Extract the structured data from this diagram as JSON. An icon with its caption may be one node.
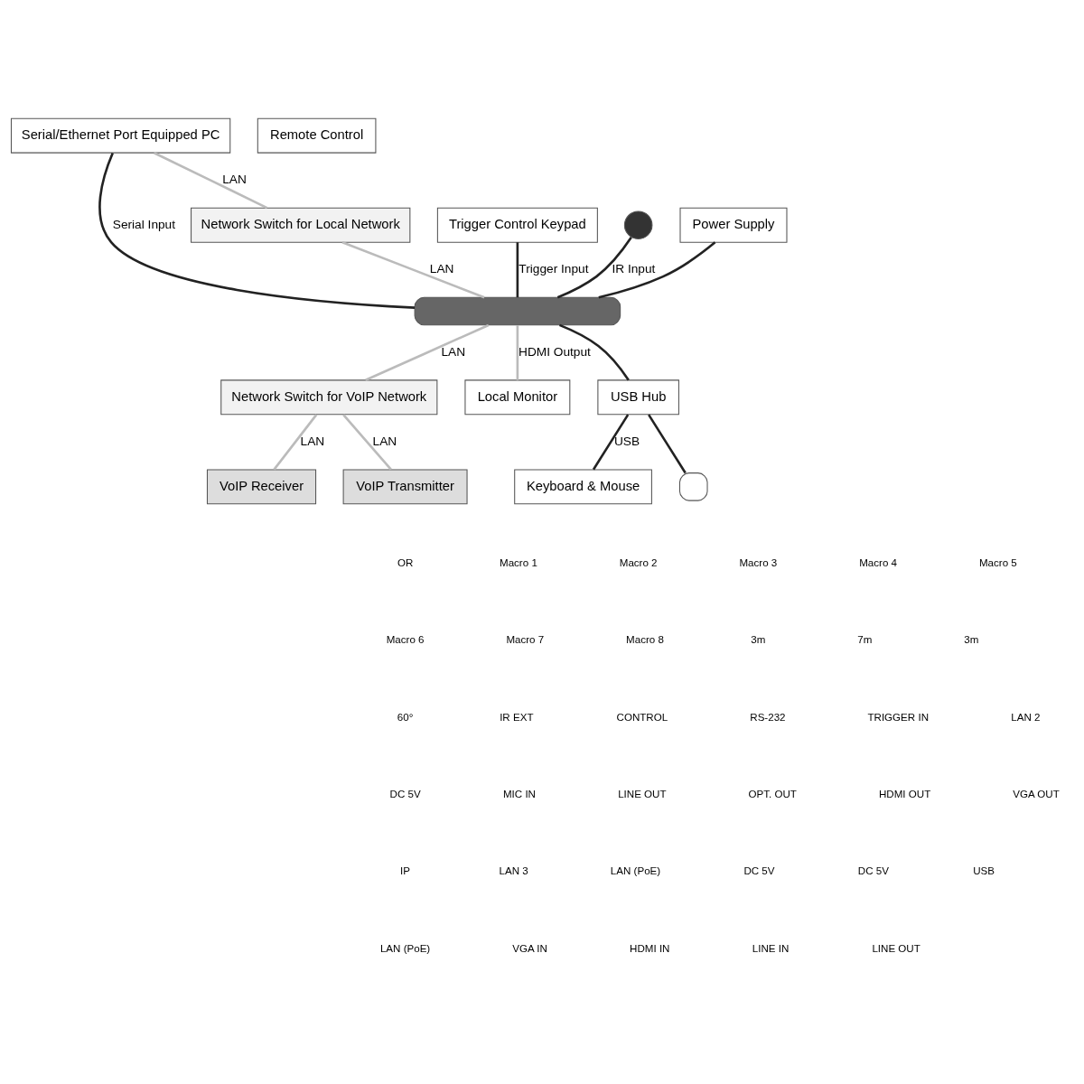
{
  "diagram": {
    "nodes": [
      {
        "text": [
          "Serial/Ethernet Port Equipped PC"
        ]
      },
      {
        "text": [
          "Trigger Control Keypad"
        ]
      },
      {
        "text": [
          "Remote Control"
        ]
      },
      {
        "text": [],
        "shape": "circle"
      },
      {
        "text": [],
        "shape": "box"
      },
      {
        "text": [
          "Network Switch for Local Network"
        ]
      },
      {
        "text": [
          "Power Supply"
        ]
      },
      {
        "text": [
          "Network Switch for VoIP Network"
        ]
      },
      {
        "text": [
          "Local Monitor"
        ]
      },
      {
        "text": [
          "USB Hub"
        ]
      },
      {
        "text": [
          "Keyboard & Mouse"
        ]
      },
      {
        "text": [],
        "shape": "picture"
      },
      {
        "text": [
          "VoIP Receiver"
        ]
      },
      {
        "text": [
          "VoIP Transmitter"
        ]
      }
    ],
    "edges": [
      {
        "from": 0,
        "to": 4,
        "arrow": "none",
        "label": "Serial Input"
      },
      {
        "from": 0,
        "to": 5,
        "arrow": "none",
        "label": "LAN",
        "color": "#bbbbbb"
      },
      {
        "from": 1,
        "to": 4,
        "arrow": "none",
        "label": "Trigger Input"
      },
      {
        "from": 3,
        "to": 4,
        "arrow": "none",
        "label": "IR Input"
      },
      {
        "from": 5,
        "to": 4,
        "arrow": "none",
        "label": "LAN",
        "color": "#bbbbbb"
      },
      {
        "from": 6,
        "to": 4,
        "arrow": "none"
      },
      {
        "from": 4,
        "to": 7,
        "arrow": "none",
        "label": "LAN",
        "color": "#bbbbbb"
      },
      {
        "from": 4,
        "to": 8,
        "arrow": "none",
        "label": "HDMI Output",
        "color": "#bbbbbb"
      },
      {
        "from": 4,
        "to": 9,
        "arrow": "none"
      },
      {
        "from": 9,
        "to": 10,
        "arrow": "none",
        "label": "USB"
      },
      {
        "from": 9,
        "to": 11,
        "arrow": "none"
      },
      {
        "from": 7,
        "to": 12,
        "arrow": "none",
        "label": "LAN",
        "color": "#bbbbbb"
      },
      {
        "from": 7,
        "to": 13,
        "arrow": "none",
        "label": "LAN",
        "color": "#bbbbbb"
      }
    ],
    "labels": [
      "OR",
      "Macro 1",
      "Macro 2",
      "Macro 3",
      "Macro 4",
      "Macro 5",
      "Macro 6",
      "Macro 7",
      "Macro 8",
      "3m",
      "7m",
      "3m",
      "60°",
      "IR EXT",
      "CONTROL",
      "RS-232",
      "TRIGGER IN",
      "LAN 2",
      "DC 5V",
      "MIC IN",
      "LINE OUT",
      "OPT. OUT",
      "HDMI OUT",
      "VGA OUT",
      "IP",
      "LAN 3",
      "LAN (PoE)",
      "DC 5V",
      "DC 5V",
      "USB",
      "LAN (PoE)",
      "VGA IN",
      "HDMI IN",
      "LINE IN",
      "LINE OUT"
    ]
  }
}
